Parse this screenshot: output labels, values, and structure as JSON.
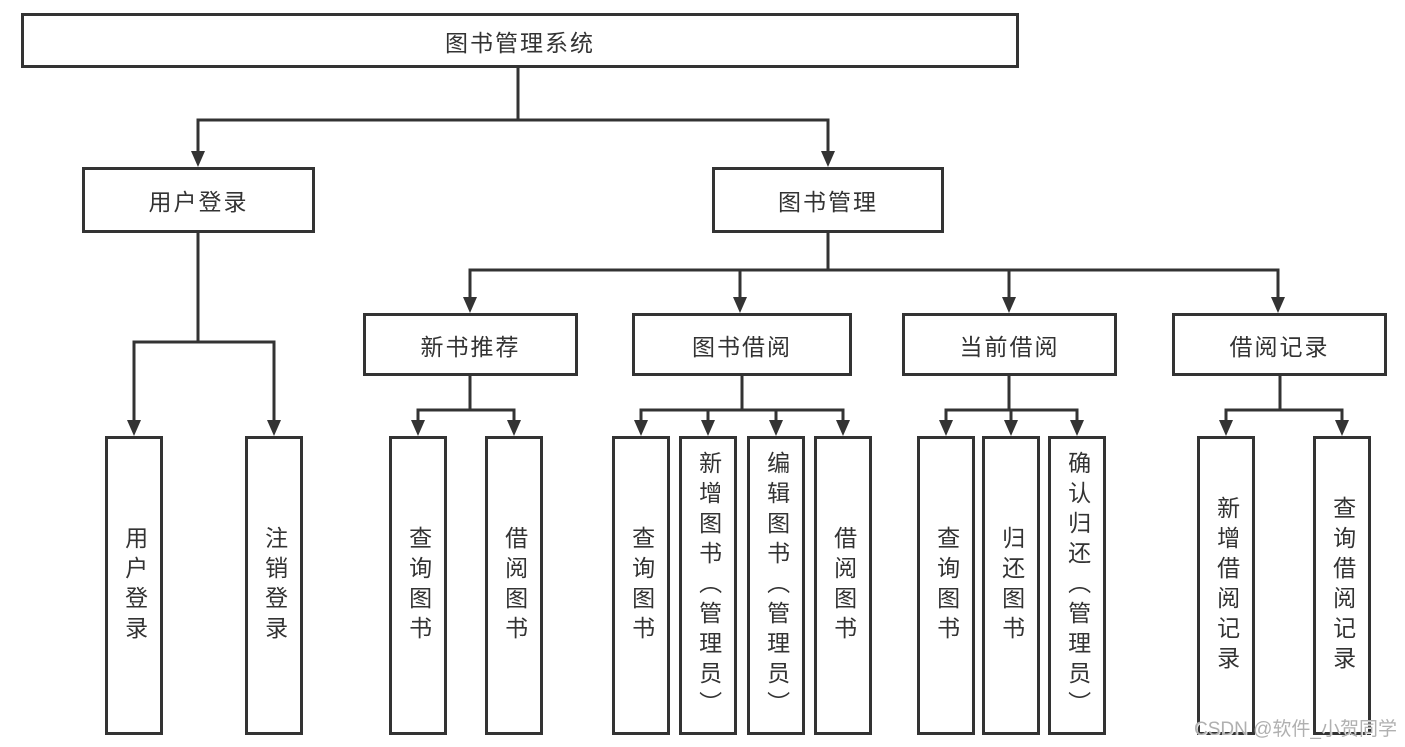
{
  "nodes": {
    "root": "图书管理系统",
    "user_login": "用户登录",
    "book_mgmt": "图书管理",
    "new_book_rec": "新书推荐",
    "book_borrow": "图书借阅",
    "current_borrow": "当前借阅",
    "borrow_record": "借阅记录",
    "leaf_user_login": "用户登录",
    "leaf_logout": "注销登录",
    "leaf_rec_query": "查询图书",
    "leaf_rec_borrow": "借阅图书",
    "leaf_bb_query": "查询图书",
    "leaf_bb_add": "新增图书（管理员）",
    "leaf_bb_edit": "编辑图书（管理员）",
    "leaf_bb_borrow": "借阅图书",
    "leaf_cb_query": "查询图书",
    "leaf_cb_return": "归还图书",
    "leaf_cb_confirm": "确认归还（管理员）",
    "leaf_br_add": "新增借阅记录",
    "leaf_br_query": "查询借阅记录"
  },
  "watermark": "CSDN @软件_小贺同学",
  "colors": {
    "line": "#333333",
    "box_border": "#333333",
    "box_fill": "#ffffff",
    "text": "#333333",
    "watermark": "#b0b0b0"
  }
}
